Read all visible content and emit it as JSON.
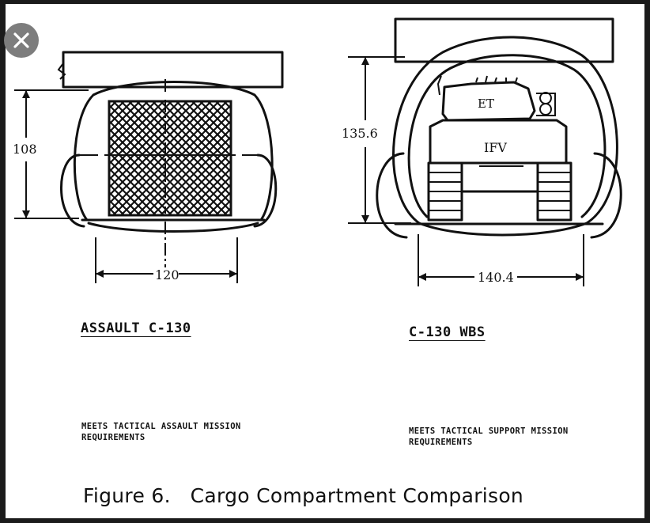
{
  "controls": {
    "close_icon": "close-icon"
  },
  "left_section": {
    "height_label": "108",
    "width_label": "120",
    "title": "ASSAULT C-130",
    "note_line1": "MEETS TACTICAL ASSAULT MISSION",
    "note_line2": "REQUIREMENTS"
  },
  "right_section": {
    "height_label": "135.6",
    "width_label": "140.4",
    "vehicle_top_label": "ET",
    "vehicle_label": "IFV",
    "title": "C-130 WBS",
    "note_line1": "MEETS TACTICAL SUPPORT MISSION",
    "note_line2": "REQUIREMENTS"
  },
  "caption": "Figure 6.   Cargo Compartment Comparison"
}
